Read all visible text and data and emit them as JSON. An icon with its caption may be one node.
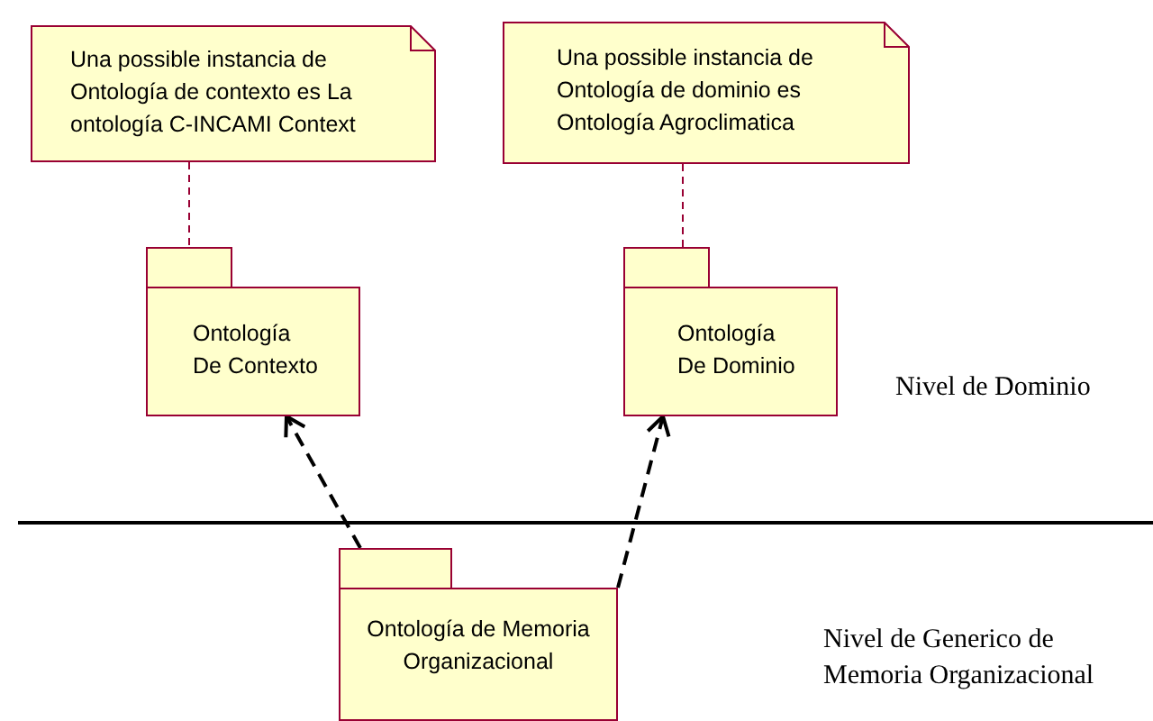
{
  "diagram": {
    "nodes": [
      {
        "text": [
          "Una possible instancia de Ontología de contexto es La ontología C-INCAMI Context"
        ]
      },
      {
        "text": [
          "Una possible instancia de Ontología de dominio es Ontología Agroclimatica"
        ]
      },
      {
        "text": [
          "Ontología De Contexto"
        ]
      },
      {
        "text": [
          "Ontología De Dominio"
        ]
      },
      {
        "text": [
          "Ontología de Memoria Organizacional"
        ]
      }
    ],
    "edges": [
      {
        "from": 0,
        "to": 2,
        "arrow": "none",
        "style": "dashed",
        "color": "#990033"
      },
      {
        "from": 1,
        "to": 3,
        "arrow": "none",
        "style": "dashed",
        "color": "#990033"
      },
      {
        "from": 4,
        "to": 2,
        "arrow": "to",
        "style": "dashed",
        "color": "#000000"
      },
      {
        "from": 4,
        "to": 3,
        "arrow": "to",
        "style": "dashed",
        "color": "#000000"
      }
    ],
    "labels": [
      "Nivel de Dominio",
      "Nivel de Generico de Memoria Organizacional"
    ]
  }
}
